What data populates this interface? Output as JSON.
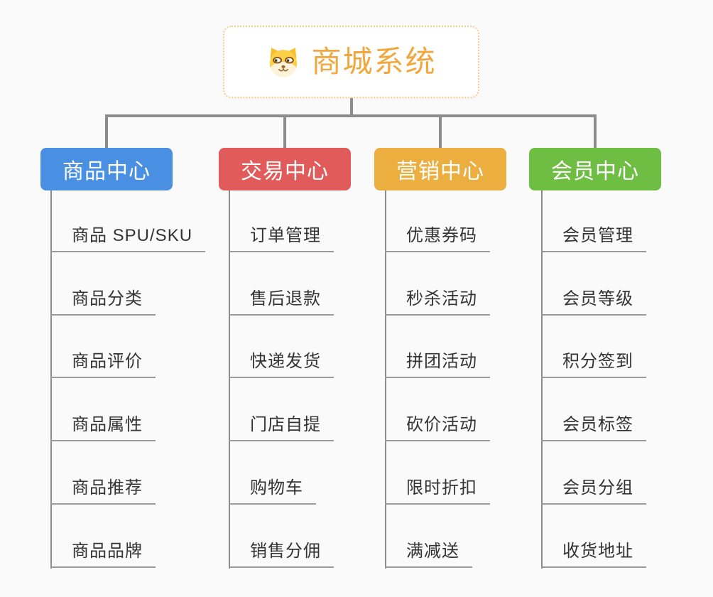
{
  "root": {
    "title": "商城系统",
    "icon": "dog-face-icon",
    "accent_color": "#f0a73d",
    "border_color": "#f6cd8d"
  },
  "colors": {
    "background": "#fafafa",
    "connector": "#8c8c8c",
    "underline": "#9a9a9a",
    "item_text": "#333333"
  },
  "branches": [
    {
      "label": "商品中心",
      "color": "#4a90e2",
      "items": [
        "商品 SPU/SKU",
        "商品分类",
        "商品评价",
        "商品属性",
        "商品推荐",
        "商品品牌"
      ]
    },
    {
      "label": "交易中心",
      "color": "#e25b5b",
      "items": [
        "订单管理",
        "售后退款",
        "快递发货",
        "门店自提",
        "购物车",
        "销售分佣"
      ]
    },
    {
      "label": "营销中心",
      "color": "#ebae3f",
      "items": [
        "优惠券码",
        "秒杀活动",
        "拼团活动",
        "砍价活动",
        "限时折扣",
        "满减送"
      ]
    },
    {
      "label": "会员中心",
      "color": "#6fbe44",
      "items": [
        "会员管理",
        "会员等级",
        "积分签到",
        "会员标签",
        "会员分组",
        "收货地址"
      ]
    }
  ]
}
